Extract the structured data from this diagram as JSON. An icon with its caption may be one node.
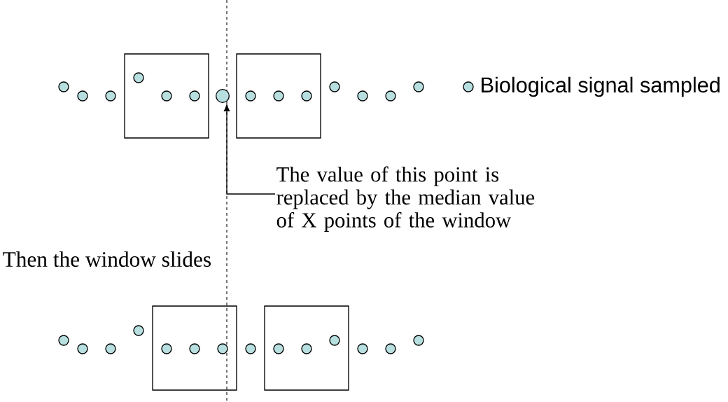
{
  "diagram": {
    "nodes": [
      {
        "text": [
          "The value of this point is replaced by the median value of  X points of the window"
        ]
      },
      {
        "text": [],
        "shape": "circle"
      }
    ],
    "edges": [
      {
        "from": 0,
        "to": 1,
        "arrow": "to"
      }
    ],
    "labels": [
      "Then the window slides"
    ],
    "legend": [
      {
        "text": "Biological signal sampled"
      }
    ]
  }
}
